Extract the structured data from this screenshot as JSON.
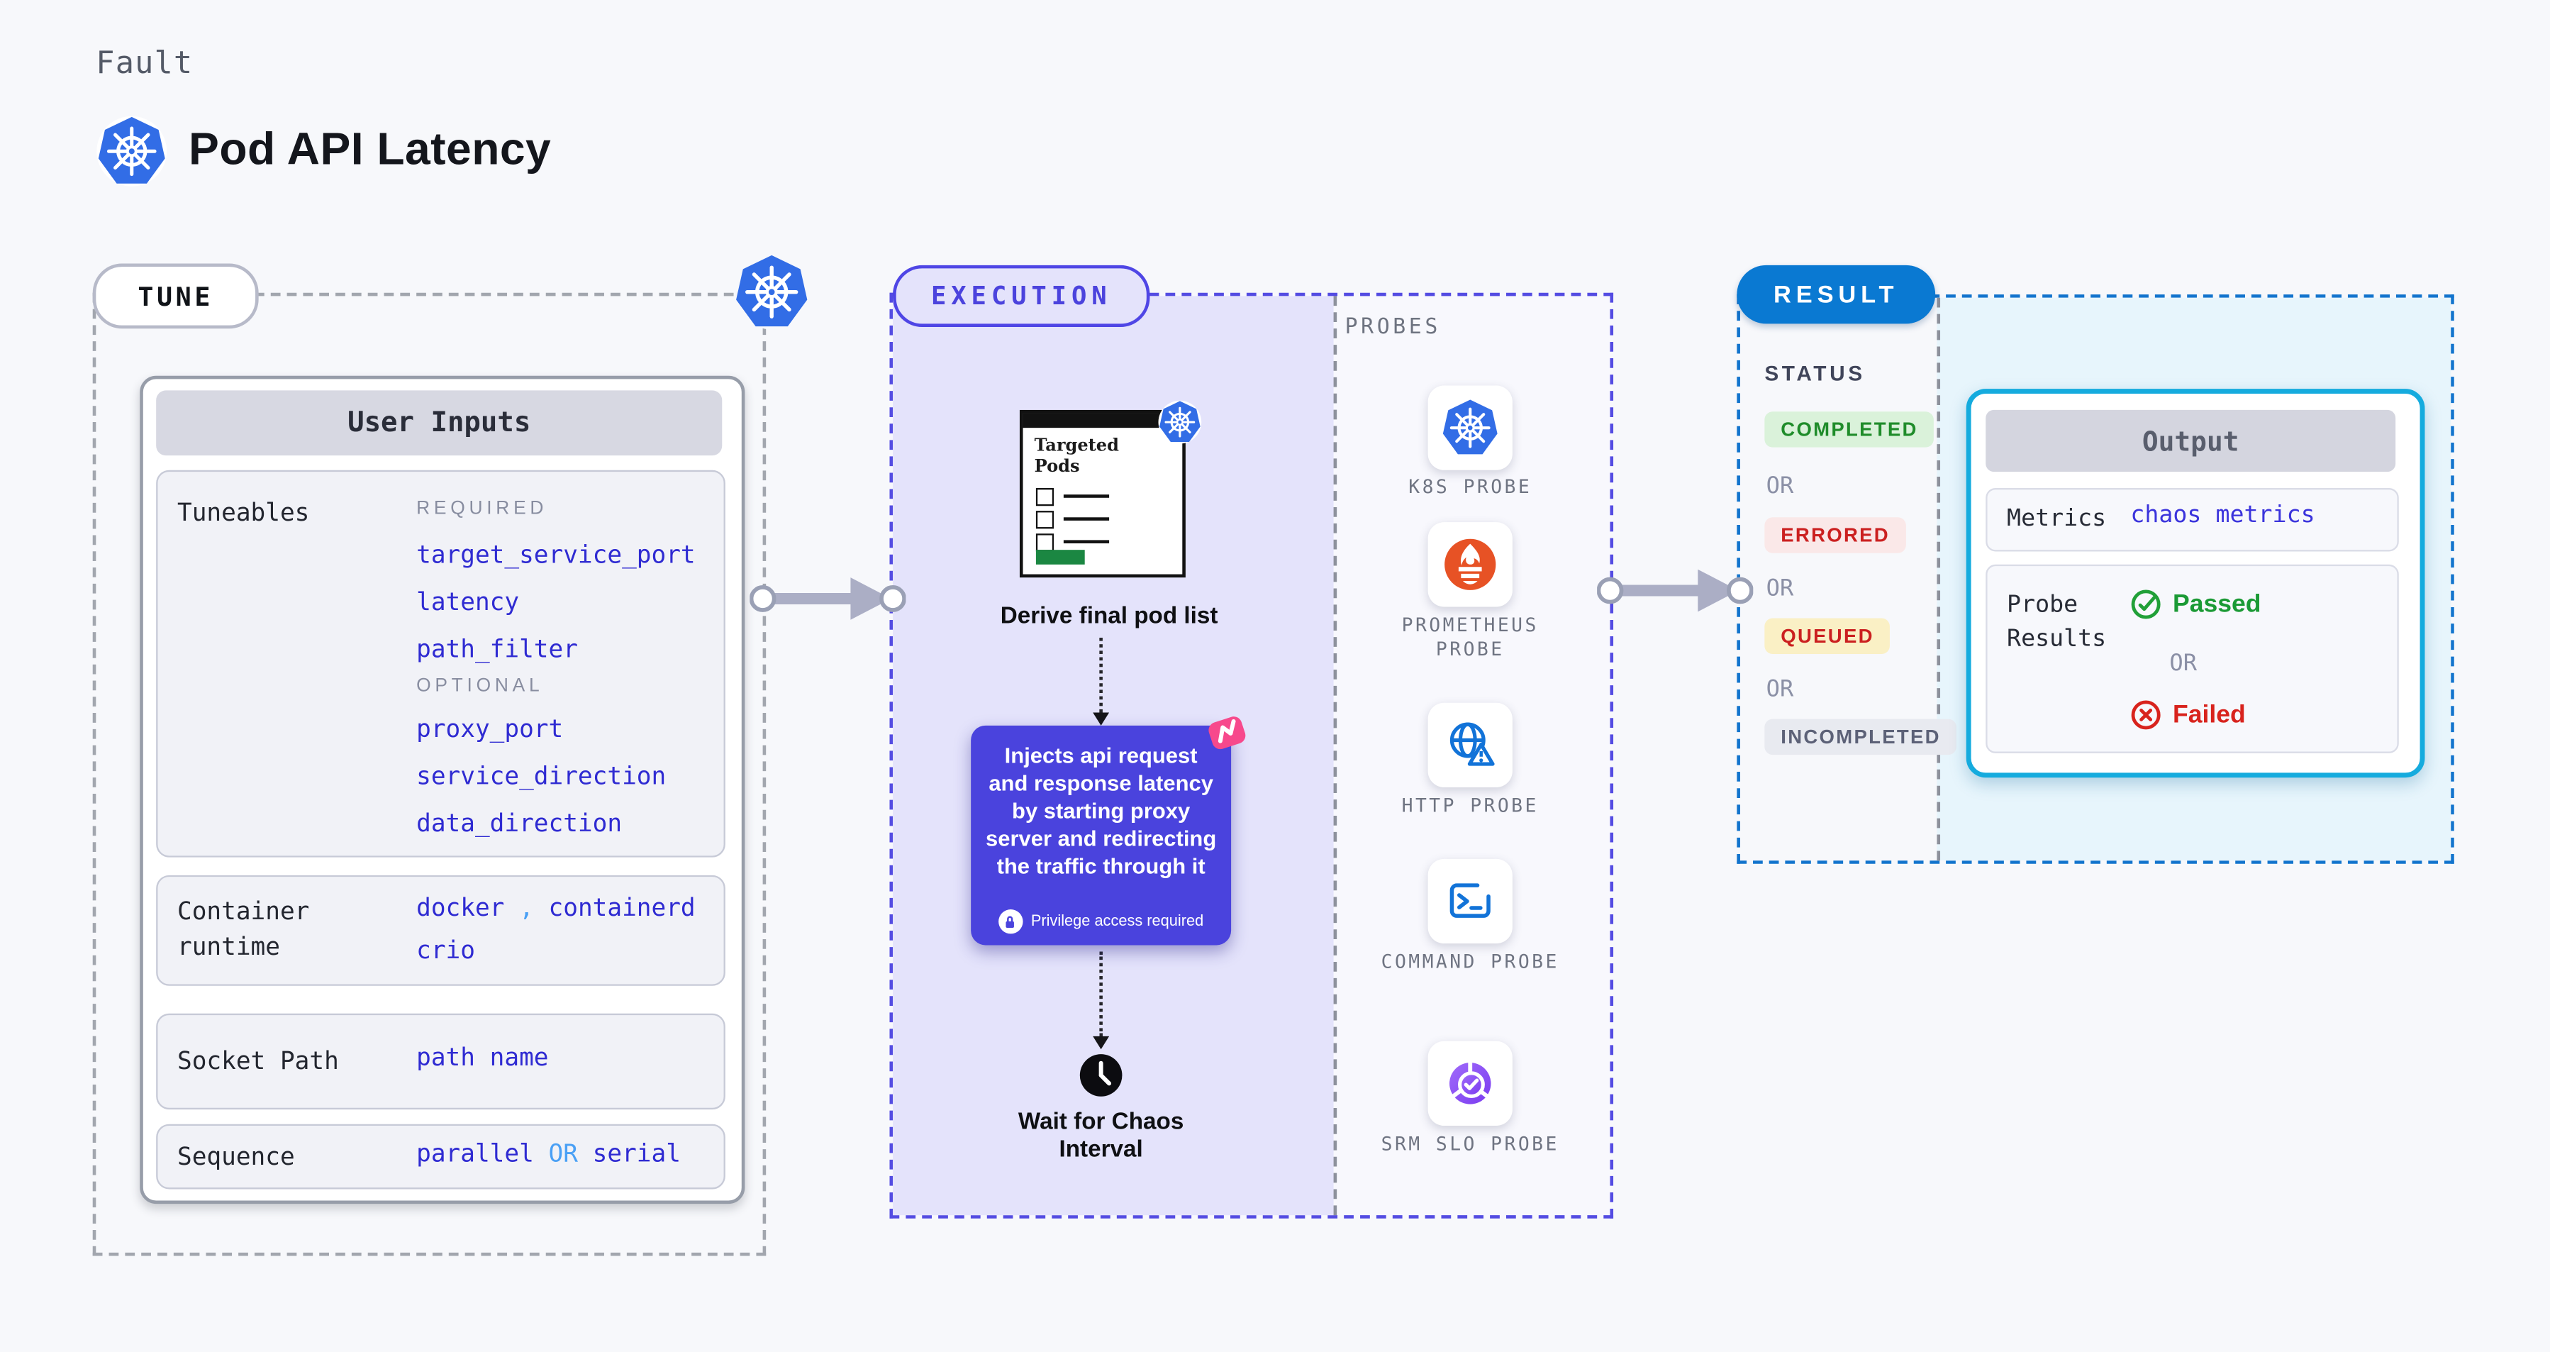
{
  "header": {
    "eyebrow": "Fault",
    "title": "Pod API Latency"
  },
  "tune": {
    "label": "TUNE",
    "card_title": "User Inputs",
    "tuneables_label": "Tuneables",
    "required_label": "REQUIRED",
    "required_items": [
      "target_service_port",
      "latency",
      "path_filter"
    ],
    "optional_label": "OPTIONAL",
    "optional_items": [
      "proxy_port",
      "service_direction",
      "data_direction"
    ],
    "container_runtime_label": "Container runtime",
    "runtime_value_1": "docker",
    "runtime_sep": ",",
    "runtime_value_2": "containerd",
    "runtime_value_3": "crio",
    "socket_path_label": "Socket Path",
    "socket_path_value": "path name",
    "sequence_label": "Sequence",
    "sequence_value_1": "parallel",
    "sequence_or": "OR",
    "sequence_value_2": "serial"
  },
  "execution": {
    "label": "EXECUTION",
    "targeted_pods_title": "Targeted Pods",
    "derive_label": "Derive final pod list",
    "inject_text": "Injects api request and response latency by starting proxy server and redirecting the traffic through it",
    "privilege_note": "Privilege access required",
    "wait_label": "Wait for Chaos Interval"
  },
  "probes": {
    "label": "PROBES",
    "items": [
      {
        "name": "K8S PROBE",
        "icon": "kubernetes-icon"
      },
      {
        "name": "PROMETHEUS PROBE",
        "icon": "prometheus-icon"
      },
      {
        "name": "HTTP PROBE",
        "icon": "globe-warning-icon"
      },
      {
        "name": "COMMAND PROBE",
        "icon": "terminal-icon"
      },
      {
        "name": "SRM SLO PROBE",
        "icon": "slo-pie-check-icon"
      }
    ]
  },
  "result": {
    "label": "RESULT",
    "status_label": "STATUS",
    "or_label": "OR",
    "statuses": [
      "COMPLETED",
      "ERRORED",
      "QUEUED",
      "INCOMPLETED"
    ],
    "output_title": "Output",
    "metrics_label": "Metrics",
    "metrics_value": "chaos metrics",
    "probe_results_label": "Probe Results",
    "passed_label": "Passed",
    "failed_label": "Failed"
  },
  "colors": {
    "kubernetes_blue": "#326de6",
    "execution_indigo": "#4a43dd",
    "result_blue": "#0a79d2",
    "output_cyan": "#15abde",
    "passed_green": "#1b9a35",
    "failed_red": "#d8231d",
    "prometheus_orange": "#e75225",
    "chaos_pink": "#f7498c",
    "param_indigo": "#2f2bd2",
    "or_light_blue": "#4aa0f5"
  }
}
